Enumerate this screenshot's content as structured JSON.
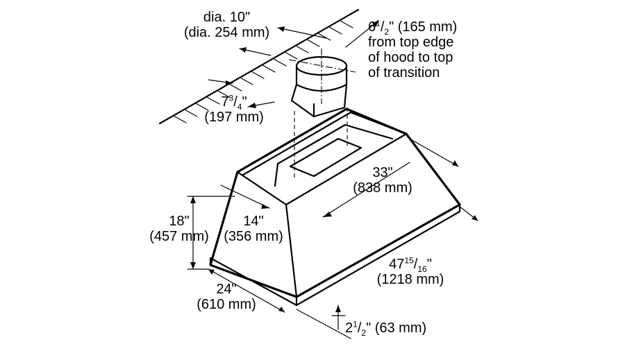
{
  "dimensions": {
    "duct_diameter": {
      "line1": "dia. 10\"",
      "line2": "(dia. 254 mm)"
    },
    "transition_height": {
      "whole": "6",
      "num": "1",
      "den": "2",
      "rest": "\" (165 mm)",
      "line2": "from top edge",
      "line3": "of hood to top",
      "line4": "of transition"
    },
    "duct_offset": {
      "whole": "7",
      "num": "3",
      "den": "4",
      "rest": "\"",
      "line2": "(197 mm)"
    },
    "inner_depth": {
      "line1": "33\"",
      "line2": "(838 mm)"
    },
    "height": {
      "line1": "18\"",
      "line2": "(457 mm)"
    },
    "top_width": {
      "line1": "14\"",
      "line2": "(356 mm)"
    },
    "width": {
      "whole": "47",
      "num": "15",
      "den": "16",
      "rest": "\"",
      "line2": "(1218 mm)"
    },
    "depth": {
      "line1": "24\"",
      "line2": "(610 mm)"
    },
    "rim": {
      "whole": "2",
      "num": "1",
      "den": "2",
      "rest": "\" (63 mm)"
    }
  }
}
